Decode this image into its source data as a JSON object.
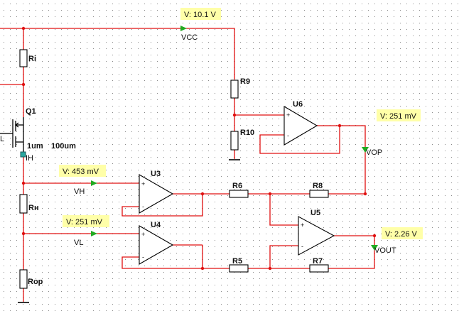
{
  "colors": {
    "wire": "#e01010",
    "component": "#000000",
    "probe_fill": "#ffffa8",
    "flag": "#22aa22",
    "grid_dot": "#8a8a8a"
  },
  "probes": {
    "vcc_probe": "V: 10.1 V",
    "vop_probe": "V: 251 mV",
    "vh_probe": "V: 453 mV",
    "vl_probe": "V: 251 mV",
    "vout_probe": "V: 2.26 V"
  },
  "nets": {
    "vcc": "VCC",
    "vop": "VOP",
    "vh": "VH",
    "vl": "VL",
    "vout": "VOUT",
    "ih": "IH",
    "left_gate": "L"
  },
  "components": {
    "ri": "Ri",
    "r9": "R9",
    "r10": "R10",
    "q1": "Q1",
    "q1_size_l": "1um",
    "q1_size_w": "100um",
    "rh": "Rн",
    "rop": "Rop",
    "r6": "R6",
    "r8": "R8",
    "r5": "R5",
    "r7": "R7",
    "u3": "U3",
    "u4": "U4",
    "u5": "U5",
    "u6": "U6"
  },
  "pins": {
    "plus": "+",
    "minus": "-"
  }
}
